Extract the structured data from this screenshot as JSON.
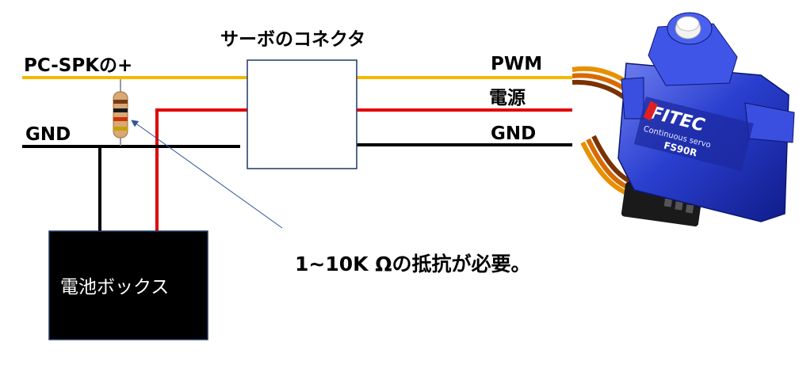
{
  "labels": {
    "connector_title": "サーボのコネクタ",
    "pc_spk_plus": "PC-SPKの+",
    "gnd_left": "GND",
    "pwm": "PWM",
    "power": "電源",
    "gnd_right": "GND",
    "battery_box": "電池ボックス",
    "resistor_note": "1~10K Ωの抵抗が必要。"
  },
  "servo_photo": {
    "brand": "FITEC",
    "line1": "Continuous servo",
    "model": "FS90R"
  },
  "colors": {
    "pwm_wire": "#f5b800",
    "power_wire": "#e00000",
    "gnd_wire": "#000000",
    "battery_fill": "#000000",
    "connector_stroke": "#1f3864",
    "annotation_arrow": "#2f5597",
    "servo_body": "#2a3fcf"
  }
}
